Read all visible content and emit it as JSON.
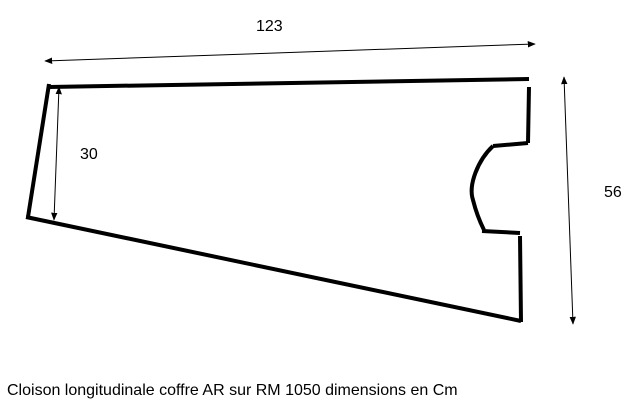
{
  "dimensions": {
    "top_width": "123",
    "left_height": "30",
    "right_height": "56"
  },
  "caption": "Cloison longitudinale coffre AR sur RM 1050 dimensions en Cm",
  "colors": {
    "line": "#000000",
    "background": "#ffffff"
  }
}
